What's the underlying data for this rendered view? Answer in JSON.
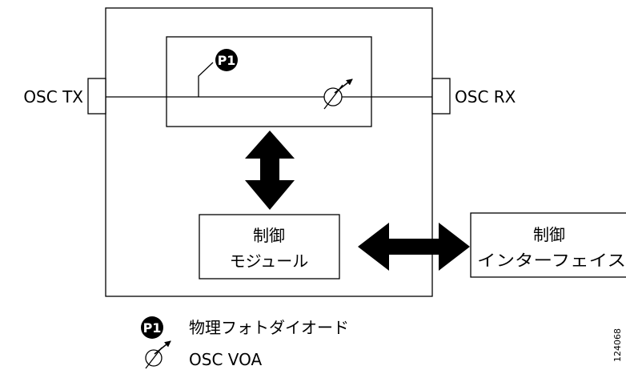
{
  "ports": {
    "tx_label": "OSC TX",
    "rx_label": "OSC RX"
  },
  "photodiode_badge": "P1",
  "control_module": {
    "line1": "制御",
    "line2": "モジュール"
  },
  "control_interface": {
    "line1": "制御",
    "line2": "インターフェイス"
  },
  "legend": {
    "photodiode_badge": "P1",
    "photodiode_text": "物理フォトダイオード",
    "voa_text": "OSC VOA"
  },
  "figure_number": "124068"
}
